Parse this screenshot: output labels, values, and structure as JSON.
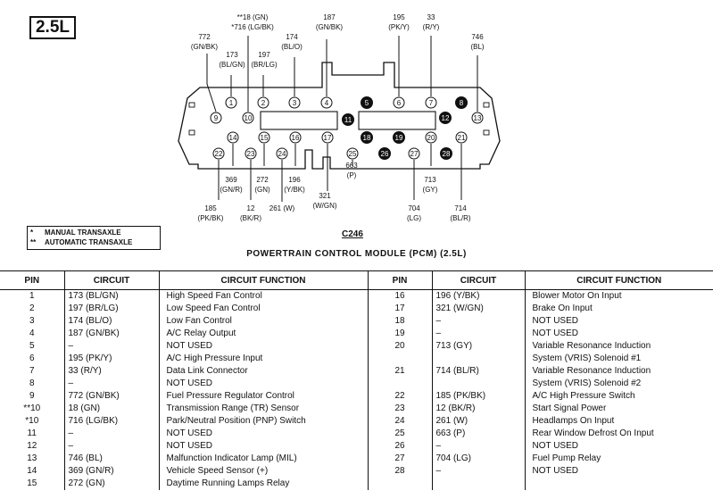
{
  "engine_badge": "2.5L",
  "connector_id": "C246",
  "caption": "POWERTRAIN CONTROL MODULE  (PCM)  (2.5L)",
  "legend": [
    {
      "mark": "*",
      "text": "MANUAL TRANSAXLE"
    },
    {
      "mark": "**",
      "text": "AUTOMATIC TRANSAXLE"
    }
  ],
  "pins": [
    {
      "n": "1",
      "filled": false
    },
    {
      "n": "2",
      "filled": false
    },
    {
      "n": "3",
      "filled": false
    },
    {
      "n": "4",
      "filled": false
    },
    {
      "n": "5",
      "filled": true
    },
    {
      "n": "6",
      "filled": false
    },
    {
      "n": "7",
      "filled": false
    },
    {
      "n": "8",
      "filled": true
    },
    {
      "n": "9",
      "filled": false
    },
    {
      "n": "10",
      "filled": false
    },
    {
      "n": "11",
      "filled": true
    },
    {
      "n": "12",
      "filled": true
    },
    {
      "n": "13",
      "filled": false
    },
    {
      "n": "14",
      "filled": false
    },
    {
      "n": "15",
      "filled": false
    },
    {
      "n": "16",
      "filled": false
    },
    {
      "n": "17",
      "filled": false
    },
    {
      "n": "18",
      "filled": true
    },
    {
      "n": "19",
      "filled": true
    },
    {
      "n": "20",
      "filled": false
    },
    {
      "n": "21",
      "filled": false
    },
    {
      "n": "22",
      "filled": false
    },
    {
      "n": "23",
      "filled": false
    },
    {
      "n": "24",
      "filled": false
    },
    {
      "n": "25",
      "filled": false
    },
    {
      "n": "26",
      "filled": true
    },
    {
      "n": "27",
      "filled": false
    },
    {
      "n": "28",
      "filled": true
    }
  ],
  "wire_labels": [
    {
      "lines": [
        "**18 (GN)",
        "*716 (LG/BK)"
      ]
    },
    {
      "lines": [
        "187",
        "(GN/BK)"
      ]
    },
    {
      "lines": [
        "195",
        "(PK/Y)"
      ]
    },
    {
      "lines": [
        "33",
        "(R/Y)"
      ]
    },
    {
      "lines": [
        "772",
        "(GN/BK)"
      ]
    },
    {
      "lines": [
        "174",
        "(BL/O)"
      ]
    },
    {
      "lines": [
        "746",
        "(BL)"
      ]
    },
    {
      "lines": [
        "173",
        "(BL/GN)"
      ]
    },
    {
      "lines": [
        "197",
        "(BR/LG)"
      ]
    },
    {
      "lines": [
        "369",
        "(GN/R)"
      ]
    },
    {
      "lines": [
        "272",
        "(GN)"
      ]
    },
    {
      "lines": [
        "196",
        "(Y/BK)"
      ]
    },
    {
      "lines": [
        "663",
        "(P)"
      ]
    },
    {
      "lines": [
        "713",
        "(GY)"
      ]
    },
    {
      "lines": [
        "261 (W)"
      ]
    },
    {
      "lines": [
        "321",
        "(W/GN)"
      ]
    },
    {
      "lines": [
        "185",
        "(PK/BK)"
      ]
    },
    {
      "lines": [
        "12",
        "(BK/R)"
      ]
    },
    {
      "lines": [
        "704",
        "(LG)"
      ]
    },
    {
      "lines": [
        "714",
        "(BL/R)"
      ]
    }
  ],
  "table": {
    "headers": [
      "PIN",
      "CIRCUIT",
      "CIRCUIT FUNCTION",
      "PIN",
      "CIRCUIT",
      "CIRCUIT FUNCTION"
    ],
    "rows": [
      [
        "1",
        "173 (BL/GN)",
        "High Speed Fan Control",
        "16",
        "196 (Y/BK)",
        "Blower Motor On Input"
      ],
      [
        "2",
        "197 (BR/LG)",
        "Low Speed Fan Control",
        "17",
        "321 (W/GN)",
        "Brake On Input"
      ],
      [
        "3",
        "174 (BL/O)",
        "Low Fan Control",
        "18",
        "–",
        "NOT USED"
      ],
      [
        "4",
        "187 (GN/BK)",
        "A/C Relay Output",
        "19",
        "–",
        "NOT USED"
      ],
      [
        "5",
        "–",
        "NOT USED",
        "20",
        "713 (GY)",
        "Variable Resonance Induction"
      ],
      [
        "6",
        "195 (PK/Y)",
        "A/C High Pressure Input",
        "",
        "",
        "System (VRIS) Solenoid #1"
      ],
      [
        "7",
        "33 (R/Y)",
        "Data Link Connector",
        "21",
        "714 (BL/R)",
        "Variable Resonance Induction"
      ],
      [
        "8",
        "–",
        "NOT USED",
        "",
        "",
        "System (VRIS) Solenoid #2"
      ],
      [
        "9",
        "772 (GN/BK)",
        "Fuel Pressure Regulator Control",
        "22",
        "185 (PK/BK)",
        "A/C High Pressure Switch"
      ],
      [
        "**10",
        "18 (GN)",
        "Transmission Range (TR) Sensor",
        "23",
        "12 (BK/R)",
        "Start Signal Power"
      ],
      [
        "*10",
        "716 (LG/BK)",
        "Park/Neutral Position (PNP) Switch",
        "24",
        "261 (W)",
        "Headlamps On Input"
      ],
      [
        "11",
        "–",
        "NOT USED",
        "25",
        "663 (P)",
        "Rear Window Defrost On Input"
      ],
      [
        "12",
        "–",
        "NOT USED",
        "26",
        "–",
        "NOT USED"
      ],
      [
        "13",
        "746 (BL)",
        "Malfunction Indicator Lamp (MIL)",
        "27",
        "704 (LG)",
        "Fuel Pump Relay"
      ],
      [
        "14",
        "369 (GN/R)",
        "Vehicle Speed Sensor (+)",
        "28",
        "–",
        "NOT USED"
      ],
      [
        "15",
        "272 (GN)",
        "Daytime Running Lamps Relay",
        "",
        "",
        ""
      ]
    ]
  }
}
